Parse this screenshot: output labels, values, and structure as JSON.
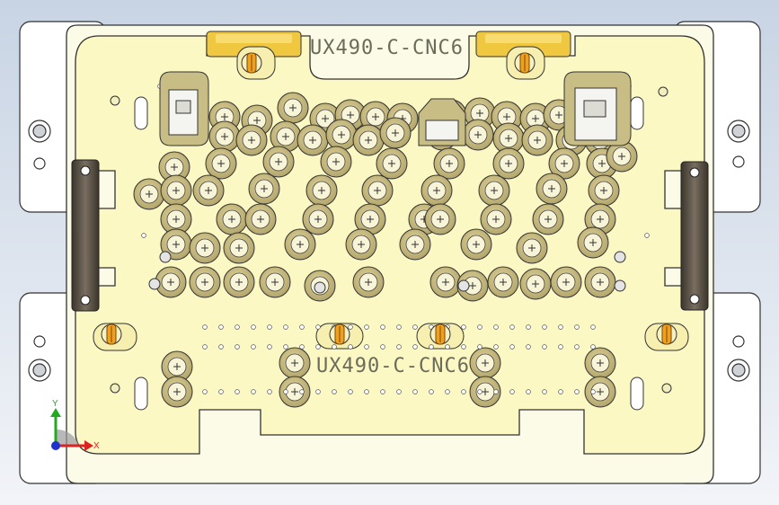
{
  "viewport": {
    "background_top": "#c8d4e4",
    "background_bottom": "#f2f4f8"
  },
  "part": {
    "label_top": "UX490-C-CNC6",
    "label_bottom": "UX490-C-CNC6",
    "plate_color": "#fbf8c4",
    "boss_color": "#c9bd86",
    "gold_color": "#f0c840",
    "side_plate_color": "#ffffff"
  },
  "triad": {
    "y_label": "Y",
    "x_label": "X",
    "y_color": "#22aa22",
    "x_color": "#dd2222",
    "z_color": "#2233cc"
  }
}
